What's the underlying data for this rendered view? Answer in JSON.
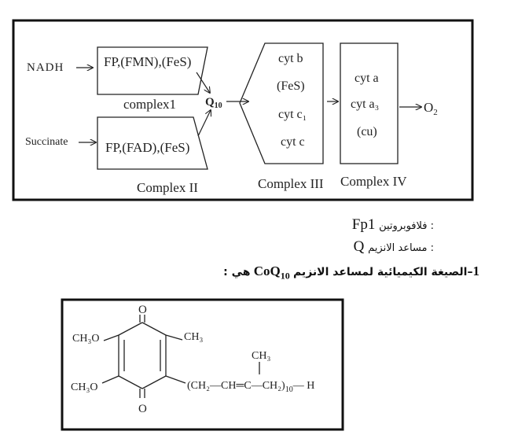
{
  "chain": {
    "nadh": "NADH",
    "succinate": "Succinate",
    "complex1_box": "FP,(FMN),(FeS)",
    "complex1_label": "complex1",
    "complex2_box": "FP,(FAD),(FeS)",
    "complex2_label": "Complex II",
    "q_base": "Q",
    "q_sub": "10",
    "complex3_lines": [
      "cyt b",
      "(FeS)",
      "cyt c₁",
      "cyt c"
    ],
    "complex3_label": "Complex III",
    "complex4_lines": [
      "cyt a",
      "cyt a₃",
      "(cu)"
    ],
    "complex4_label": "Complex IV",
    "o2_base": "O",
    "o2_sub": "2"
  },
  "notes": {
    "fp_term": "Fp1",
    "fp_def": ": فلافوبروتين",
    "q_term": "Q",
    "q_def": ": مساعد الانزيم",
    "q1_num": "1",
    "q1_text": "–الصيغة الكيميائية لمساعد الانزيم",
    "q1_formula": "CoQ",
    "q1_formula_sub": "10",
    "q1_suffix": "هي :"
  },
  "structure": {
    "top_o": "O",
    "bottom_o": "O",
    "ome_top": "CH₃O",
    "ome_bottom": "CH₃O",
    "methyl": "CH₃",
    "side_methyl": "CH₃",
    "side_chain": "(CH₂—CH═C—CH₂)",
    "repeat": "10",
    "terminal": "— H"
  }
}
